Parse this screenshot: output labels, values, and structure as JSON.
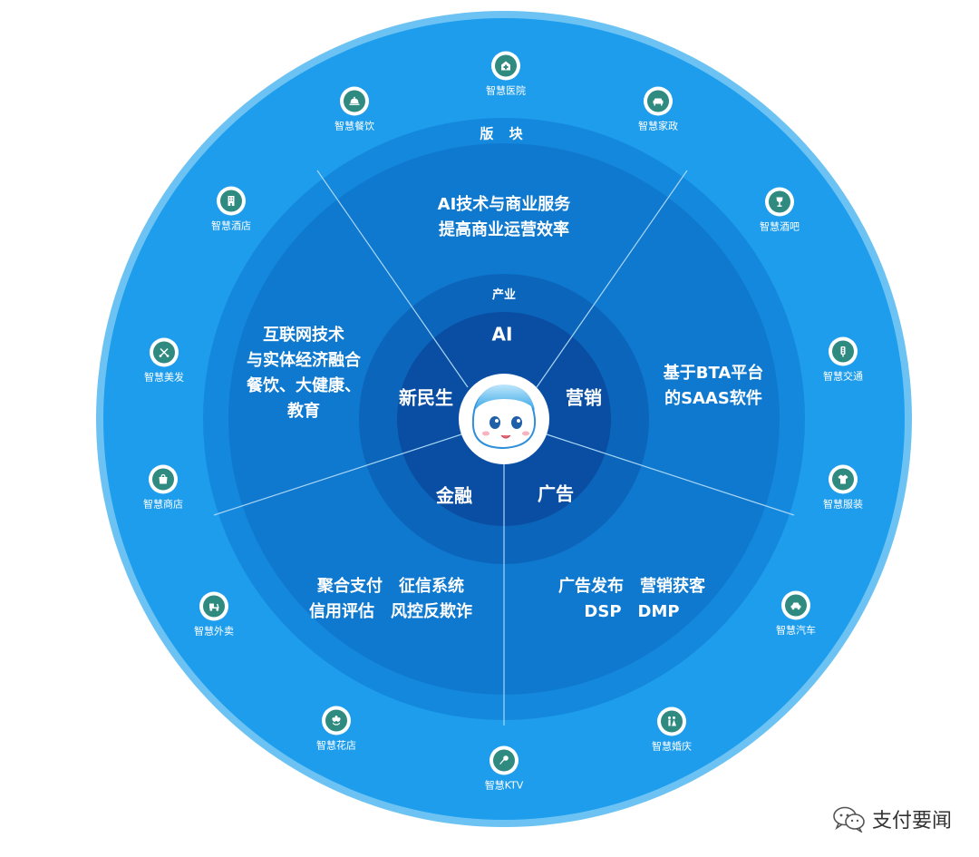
{
  "colors": {
    "outer_ring": "#1e9ded",
    "outer_edge": "#6cc3f3",
    "ring_2": "#1488dc",
    "ring_3": "#0f79cf",
    "ring_4": "#0b66bb",
    "core": "#0a4ea3",
    "divider": "#a9d6f5",
    "icon_fill": "#2f8a80"
  },
  "rings": {
    "outer_title": "版 块",
    "inner_title": "产业"
  },
  "blocks": {
    "top": [
      "AI技术与商业服务",
      "提高商业运营效率"
    ],
    "left": [
      "互联网技术",
      "与实体经济融合",
      "餐饮、大健康、",
      "教育"
    ],
    "right": [
      "基于BTA平台",
      "的SAAS软件"
    ],
    "bottom_left": [
      "聚合支付　征信系统",
      "信用评估　风控反欺诈"
    ],
    "bottom_right": [
      "广告发布　营销获客",
      "DSP　DMP"
    ]
  },
  "core": {
    "ai": "AI",
    "left": "新民生",
    "right": "营销",
    "bottom_left": "金融",
    "bottom_right": "广告"
  },
  "ring_items": [
    {
      "label": "智慧医院",
      "icon": "hospital-icon"
    },
    {
      "label": "智慧家政",
      "icon": "sofa-icon"
    },
    {
      "label": "智慧酒吧",
      "icon": "wine-glass-icon"
    },
    {
      "label": "智慧交通",
      "icon": "traffic-light-icon"
    },
    {
      "label": "智慧服装",
      "icon": "shirt-icon"
    },
    {
      "label": "智慧汽车",
      "icon": "car-icon"
    },
    {
      "label": "智慧婚庆",
      "icon": "couple-icon"
    },
    {
      "label": "智慧KTV",
      "icon": "microphone-icon"
    },
    {
      "label": "智慧花店",
      "icon": "flower-icon"
    },
    {
      "label": "智慧外卖",
      "icon": "delivery-scooter-icon"
    },
    {
      "label": "智慧商店",
      "icon": "shopping-bag-icon"
    },
    {
      "label": "智慧美发",
      "icon": "scissors-comb-icon"
    },
    {
      "label": "智慧酒店",
      "icon": "hotel-building-icon"
    },
    {
      "label": "智慧餐饮",
      "icon": "food-cloche-icon"
    }
  ],
  "watermark": {
    "text": "支付要闻",
    "icon": "wechat-icon"
  }
}
